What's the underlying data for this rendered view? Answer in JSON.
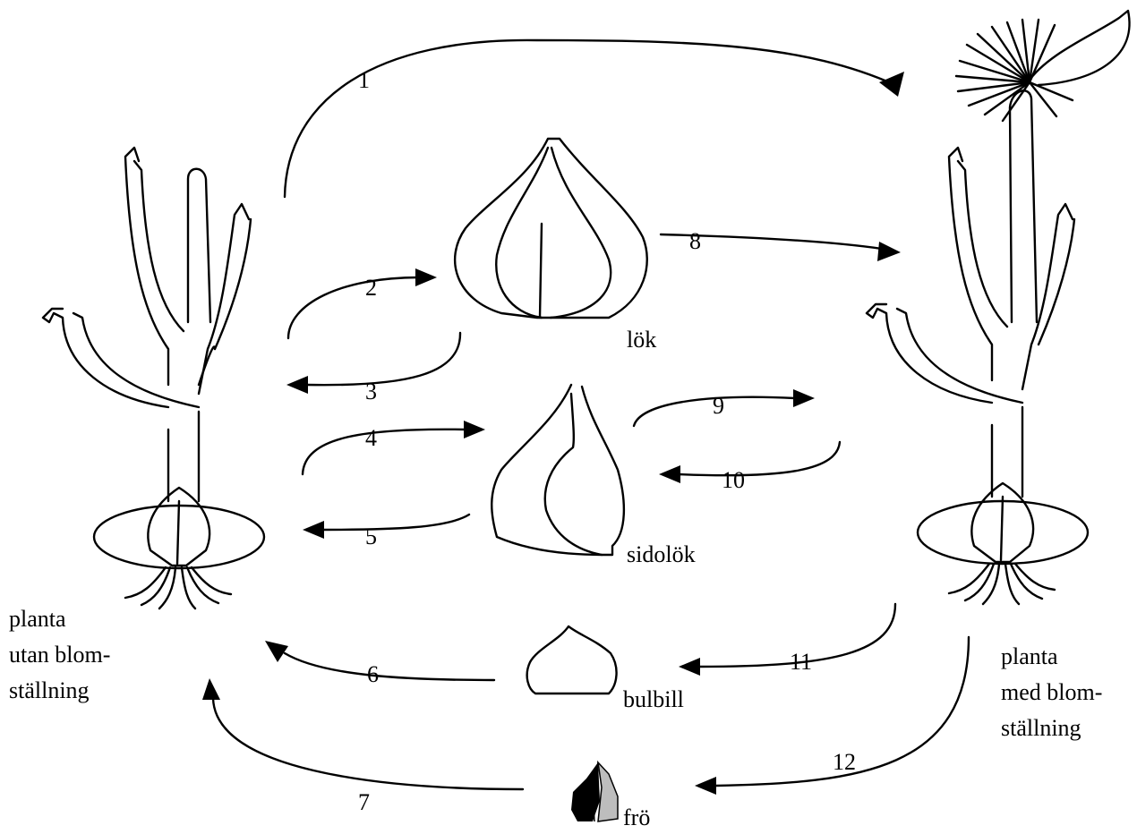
{
  "labels": {
    "plant_left": [
      "planta",
      "utan blom-",
      "ställning"
    ],
    "plant_right": [
      "planta",
      "med blom-",
      "ställning"
    ],
    "bulb": "lök",
    "side_bulb": "sidolök",
    "bulbil": "bulbill",
    "seed": "frö"
  },
  "arrows": [
    "1",
    "2",
    "3",
    "4",
    "5",
    "6",
    "7",
    "8",
    "9",
    "10",
    "11",
    "12"
  ],
  "colors": {
    "line": "#000000",
    "background": "#ffffff",
    "seed_gray": "#bdbdbd"
  }
}
